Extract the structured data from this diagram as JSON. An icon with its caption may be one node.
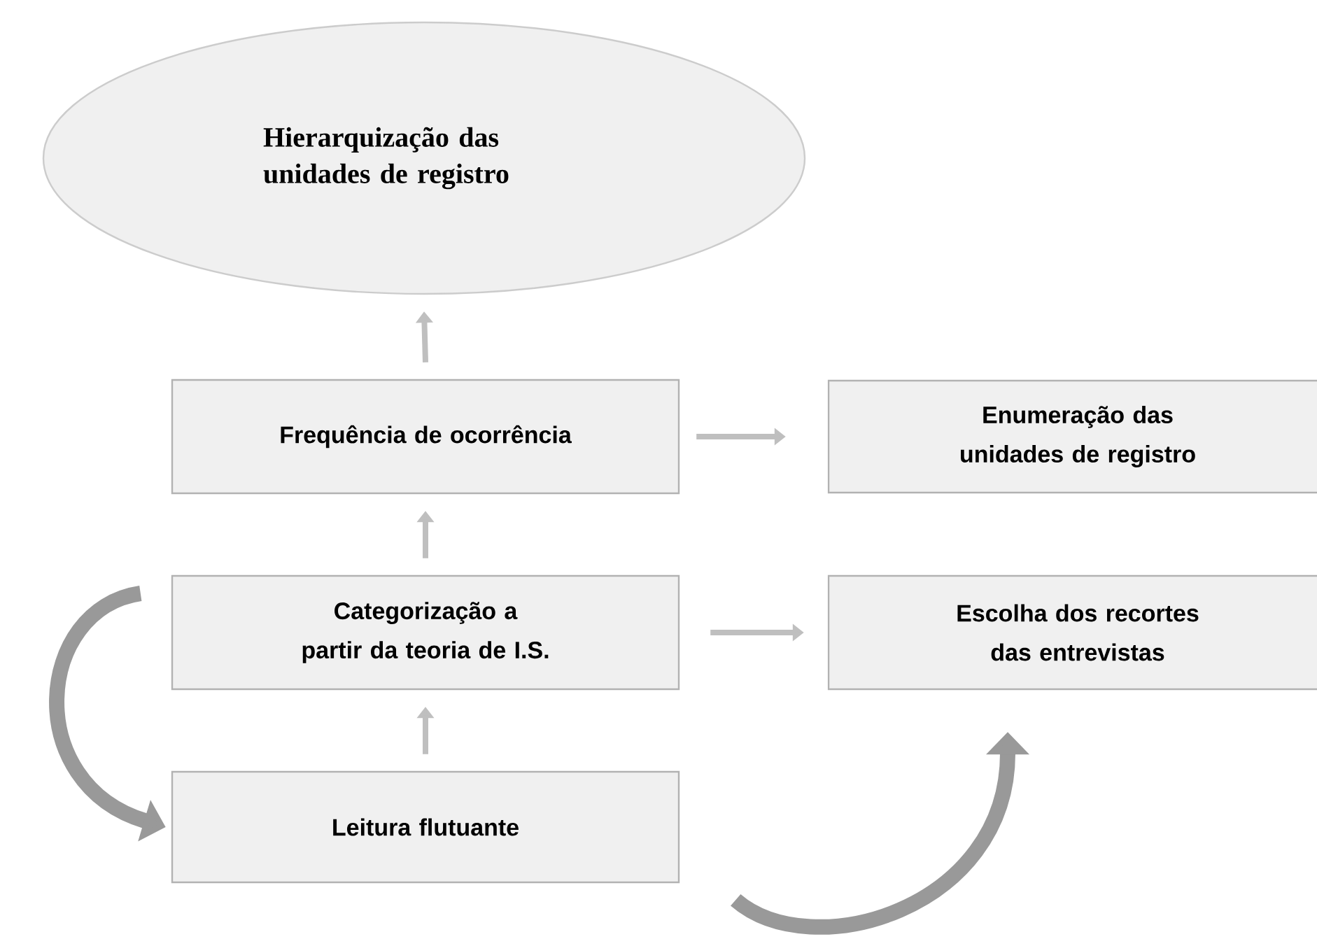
{
  "diagram": {
    "nodes": [
      {
        "text": [
          "Hierarquização das unidades de registro"
        ]
      },
      {
        "text": [
          "Frequência de ocorrência"
        ]
      },
      {
        "text": [
          "Enumeração das unidades de registro"
        ]
      },
      {
        "text": [
          "Categorização a partir da teoria de I.S."
        ]
      },
      {
        "text": [
          "Escolha dos recortes das entrevistas"
        ]
      },
      {
        "text": [
          "Leitura flutuante"
        ]
      }
    ],
    "edges": [
      {
        "from": 1,
        "to": 0,
        "arrow": "to"
      },
      {
        "from": 1,
        "to": 2,
        "arrow": "to"
      },
      {
        "from": 3,
        "to": 1,
        "arrow": "to"
      },
      {
        "from": 3,
        "to": 4,
        "arrow": "to"
      },
      {
        "from": 5,
        "to": 3,
        "arrow": "to"
      },
      {
        "from": 3,
        "to": 5,
        "arrow": "to",
        "style": "thick"
      },
      {
        "from": 5,
        "to": 4,
        "arrow": "to",
        "style": "thick"
      }
    ]
  }
}
